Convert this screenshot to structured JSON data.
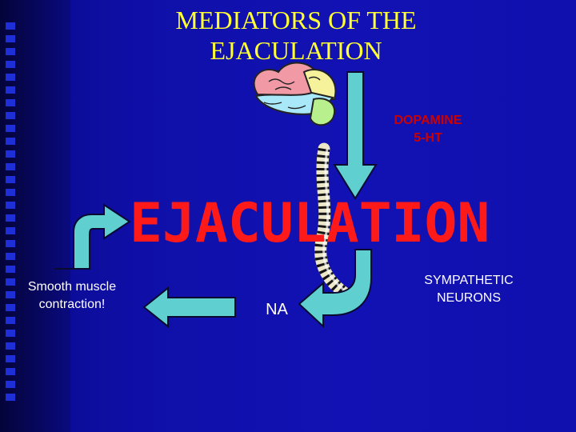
{
  "title": {
    "line1": "MEDIATORS OF THE",
    "line2": "EJACULATION"
  },
  "brain_mediators": {
    "line1": "DOPAMINE",
    "line2": "5-HT"
  },
  "main_label": "EJACULATION",
  "effect": {
    "line1": "Smooth muscle",
    "line2": "contraction!"
  },
  "transmitter": "NA",
  "pathway": {
    "line1": "SYMPATHETIC",
    "line2": "NEURONS"
  },
  "colors": {
    "background": "#1010ae",
    "title": "#ffff33",
    "mediators": "#cc0000",
    "main_label": "#ff1a1a",
    "arrow_fill": "#5fcfcf",
    "arrow_stroke": "#0a0a30",
    "text": "#ffffff"
  },
  "icons": [
    "brain-icon",
    "spinal-cord-icon",
    "down-arrow-icon",
    "u-turn-arrow-icon",
    "left-arrow-icon",
    "up-right-arrow-icon"
  ]
}
